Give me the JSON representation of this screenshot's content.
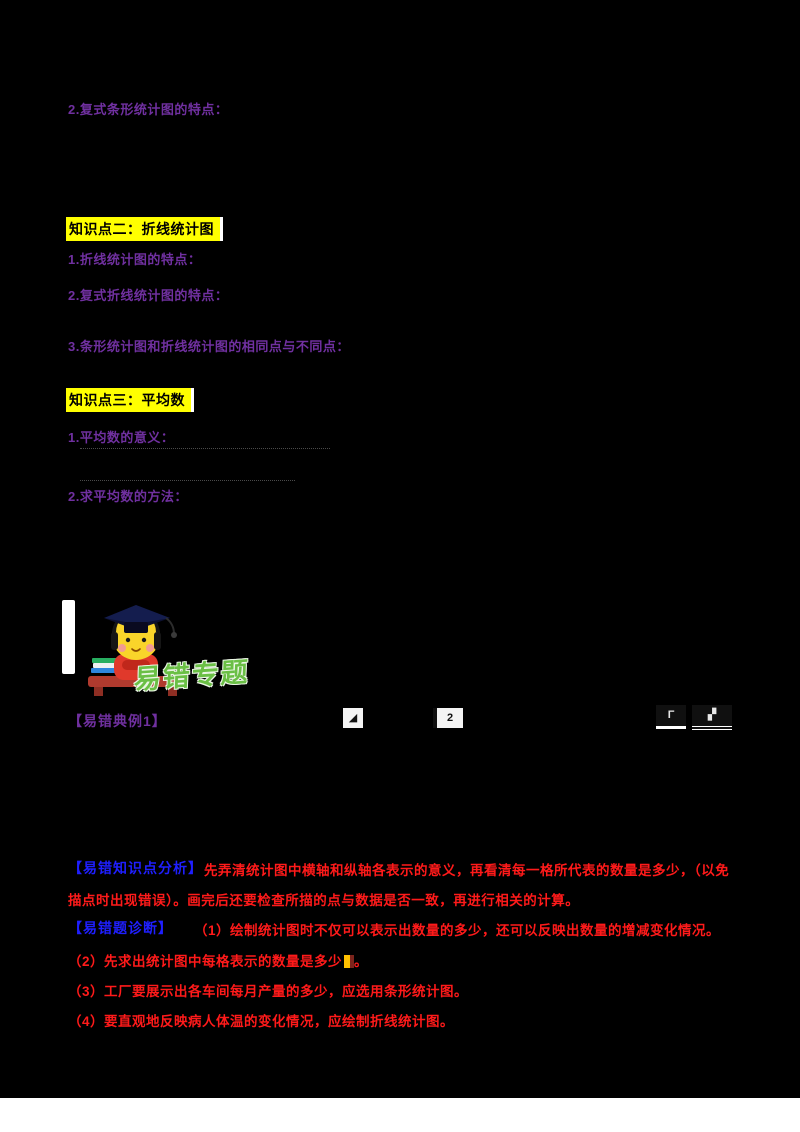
{
  "page": {
    "background": "#000000",
    "bottom_band_color": "#ffffff"
  },
  "colors": {
    "purple": "#7030a0",
    "blue": "#1f1fff",
    "red": "#ff1a1a",
    "highlight_yellow": "#ffff00",
    "banner_green": "#6abf45"
  },
  "knowledge": {
    "kp1_item": "2.复式条形统计图的特点：",
    "kp2_heading": "知识点二：折线统计图",
    "kp2_items": [
      "1.折线统计图的特点：",
      "2.复式折线统计图的特点：",
      "3.条形统计图和折线统计图的相同点与不同点："
    ],
    "kp3_heading": "知识点三：平均数",
    "kp3_items": [
      "1.平均数的意义：",
      "2.求平均数的方法："
    ]
  },
  "banner": {
    "text": "易错专题"
  },
  "example": {
    "label": "【易错典例1】",
    "fragment_glyphs": [
      "◢",
      "2",
      "Γ",
      "▞"
    ]
  },
  "analysis": {
    "label": "【易错知识点分析】",
    "line1": "先弄清统计图中横轴和纵轴各表示的意义，再看清每一格所代表的数量是多少，（以免",
    "line2": "描点时出现错误）。画完后还要检查所描的点与数据是否一致，再进行相关的计算。"
  },
  "diagnosis": {
    "label": "【易错题诊断】",
    "item1": "（1）绘制统计图时不仅可以表示出数量的多少，还可以反映出数量的增减变化情况。",
    "item2": "（2）先求出统计图中每格表示的数量是多少",
    "item2_tail": "。",
    "item3": "（3）工厂要展示出各车间每月产量的多少，应选用条形统计图。",
    "item4": "（4）要直观地反映病人体温的变化情况，应绘制折线统计图。"
  }
}
